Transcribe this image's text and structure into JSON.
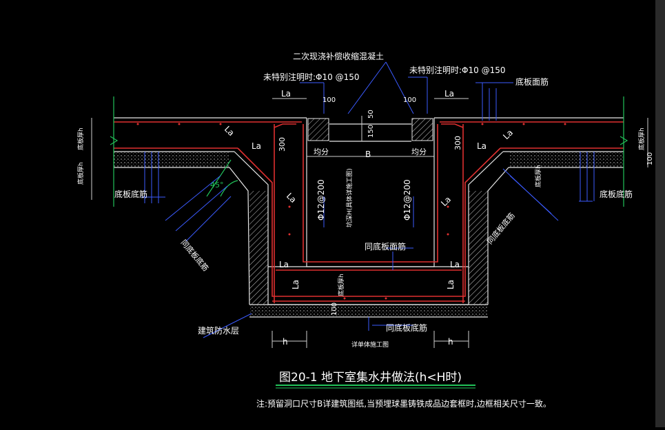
{
  "drawing": {
    "labels": {
      "top_concrete": "二次现浇补偿收缩混凝土",
      "note_left": "未特别注明时:Φ10 @150",
      "note_right": "未特别注明时:Φ10 @150",
      "bottom_slab_top_bar": "底板面筋",
      "bottom_slab_bottom_bar_left": "底板底筋",
      "bottom_slab_bottom_bar_right": "底板底筋",
      "same_bottom_bar_left": "同底板底筋",
      "same_bottom_bar_right": "同底板底筋",
      "same_top_bar_center": "同底板面筋",
      "same_bottom_bar_center": "同底板底筋",
      "waterproof": "建筑防水层",
      "rebar_left": "Φ12@200",
      "rebar_right": "Φ12@200",
      "pit_depth_label": "坑深H(具体详施工图)",
      "slab_thickness_h_center": "底板厚h",
      "slab_thickness_left_top": "底板厚h",
      "slab_thickness_left_bottom": "底板厚h",
      "slab_thickness_right_top": "底板厚h",
      "slab_thickness_right_bottom": "底板厚h",
      "B": "B",
      "even_left": "均分",
      "even_right": "均分",
      "La": "La",
      "dim_100": "100",
      "dim_150": "150",
      "dim_50": "50",
      "dim_300": "300",
      "h": "h",
      "angle": "45°",
      "bottom_dim_label": "详单体施工图"
    },
    "title": "图20-1  地下室集水井做法(h<H时)",
    "footnote": "注:预留洞口尺寸B详建筑图纸,当预埋球墨铸铁成品边套框时,边框相关尺寸一致。"
  }
}
